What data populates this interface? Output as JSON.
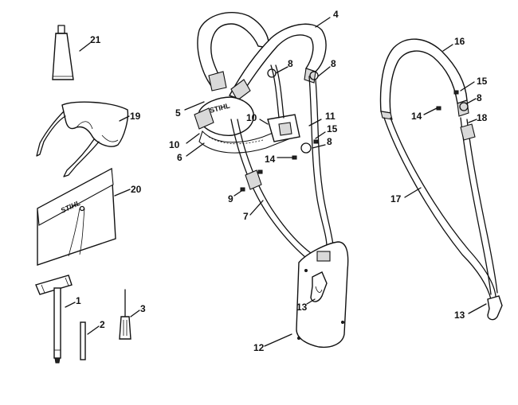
{
  "brand_marks": [
    "STIHL",
    "STIHL"
  ],
  "callouts": [
    {
      "id": "c4",
      "text": "4"
    },
    {
      "id": "c8a",
      "text": "8"
    },
    {
      "id": "c8b",
      "text": "8"
    },
    {
      "id": "c5",
      "text": "5"
    },
    {
      "id": "c10a",
      "text": "10"
    },
    {
      "id": "c11",
      "text": "11"
    },
    {
      "id": "c15a",
      "text": "15"
    },
    {
      "id": "c8c",
      "text": "8"
    },
    {
      "id": "c10b",
      "text": "10"
    },
    {
      "id": "c6",
      "text": "6"
    },
    {
      "id": "c14a",
      "text": "14"
    },
    {
      "id": "c9",
      "text": "9"
    },
    {
      "id": "c7",
      "text": "7"
    },
    {
      "id": "c13a",
      "text": "13"
    },
    {
      "id": "c12",
      "text": "12"
    },
    {
      "id": "c16",
      "text": "16"
    },
    {
      "id": "c15b",
      "text": "15"
    },
    {
      "id": "c14b",
      "text": "14"
    },
    {
      "id": "c8d",
      "text": "8"
    },
    {
      "id": "c18",
      "text": "18"
    },
    {
      "id": "c17",
      "text": "17"
    },
    {
      "id": "c13b",
      "text": "13"
    },
    {
      "id": "c21",
      "text": "21"
    },
    {
      "id": "c19",
      "text": "19"
    },
    {
      "id": "c20",
      "text": "20"
    },
    {
      "id": "c1",
      "text": "1"
    },
    {
      "id": "c2",
      "text": "2"
    },
    {
      "id": "c3",
      "text": "3"
    }
  ]
}
